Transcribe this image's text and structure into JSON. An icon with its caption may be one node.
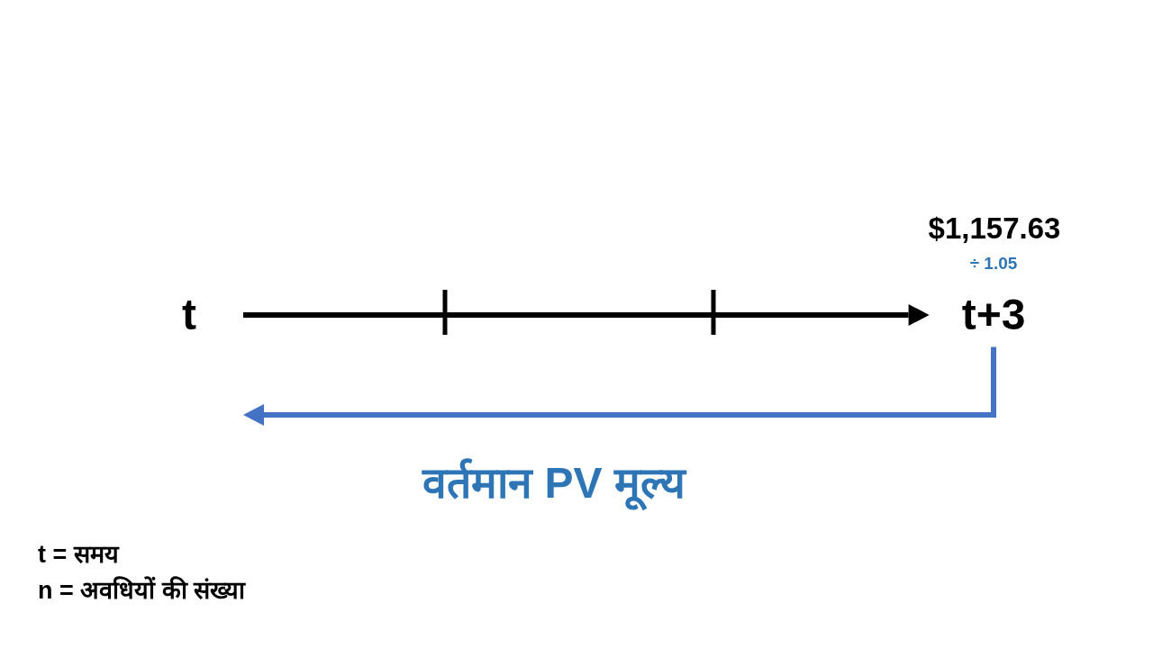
{
  "diagram": {
    "nodes": [
      {
        "text": [
          "t"
        ]
      },
      {
        "text": [
          "t+3"
        ],
        "beside": [
          "$1,157.63",
          "÷ 1.05"
        ]
      }
    ],
    "edges": [
      {
        "from": 0,
        "to": 1,
        "arrow": "to"
      },
      {
        "from": 1,
        "to": null,
        "arrow": "to",
        "color": "#4472c4"
      }
    ],
    "labels": [
      "वर्तमान PV मूल्य",
      "t = समय",
      "n = अवधियों की संख्या"
    ]
  }
}
